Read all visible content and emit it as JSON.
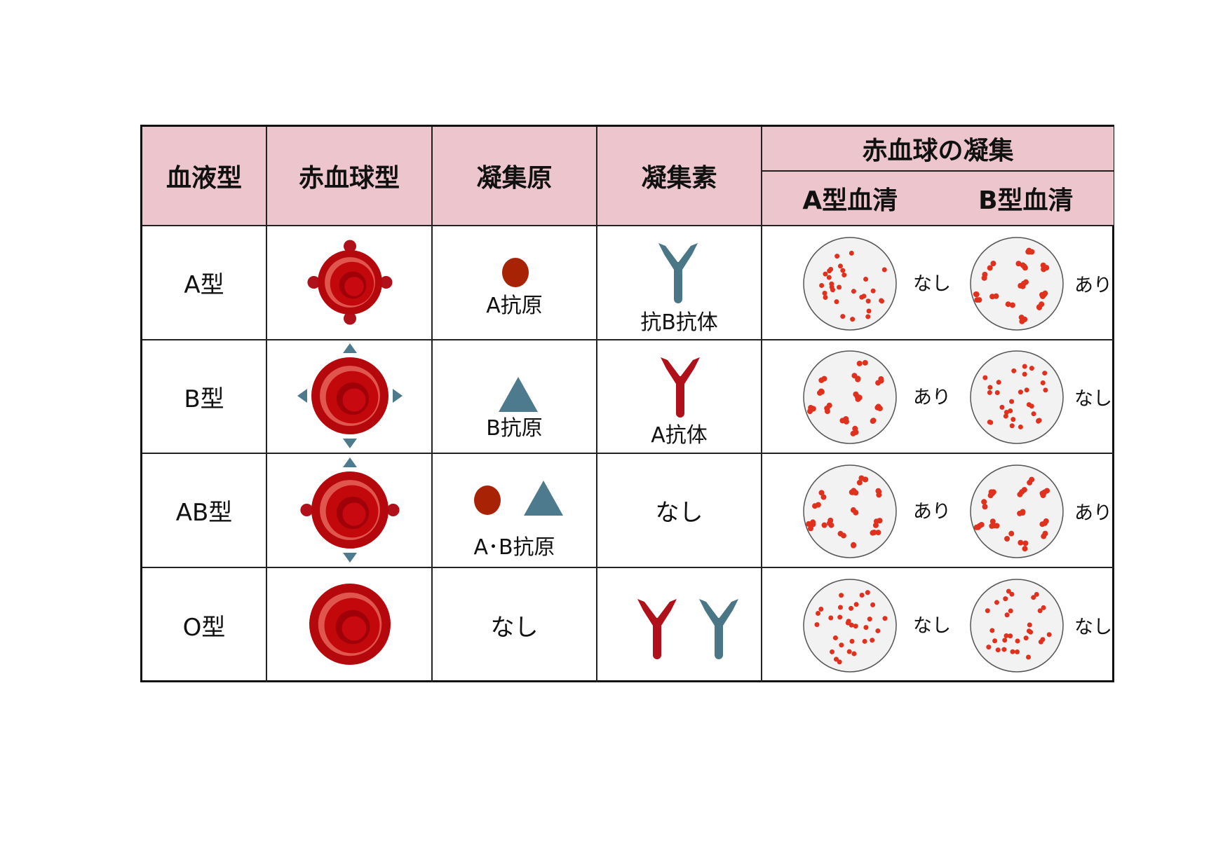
{
  "header": {
    "blood_type": "血液型",
    "rbc_type": "赤血球型",
    "agglutinogen": "凝集原",
    "agglutinin": "凝集素",
    "agglutination": "赤血球の凝集",
    "serum_a": "A型血清",
    "serum_b": "B型血清"
  },
  "rows": [
    {
      "type": "A型",
      "antigen_label": "A抗原",
      "antibody_label": "抗B抗体",
      "serum_a": "なし",
      "serum_b": "あり"
    },
    {
      "type": "B型",
      "antigen_label": "B抗原",
      "antibody_label": "A抗体",
      "serum_a": "あり",
      "serum_b": "なし"
    },
    {
      "type": "AB型",
      "antigen_label": "A･B抗原",
      "antibody_label": "なし",
      "serum_a": "あり",
      "serum_b": "あり"
    },
    {
      "type": "O型",
      "antigen_label": "なし",
      "antibody_label": "",
      "serum_a": "なし",
      "serum_b": "なし"
    }
  ],
  "colors": {
    "header_bg": "#edc6cd",
    "antigen_a": "#a82306",
    "antigen_b": "#4d7a8d",
    "antibody_anti_a": "#b0101a",
    "antibody_anti_b": "#4a7685",
    "rbc": "#c00d10",
    "dot": "#e0301e"
  }
}
